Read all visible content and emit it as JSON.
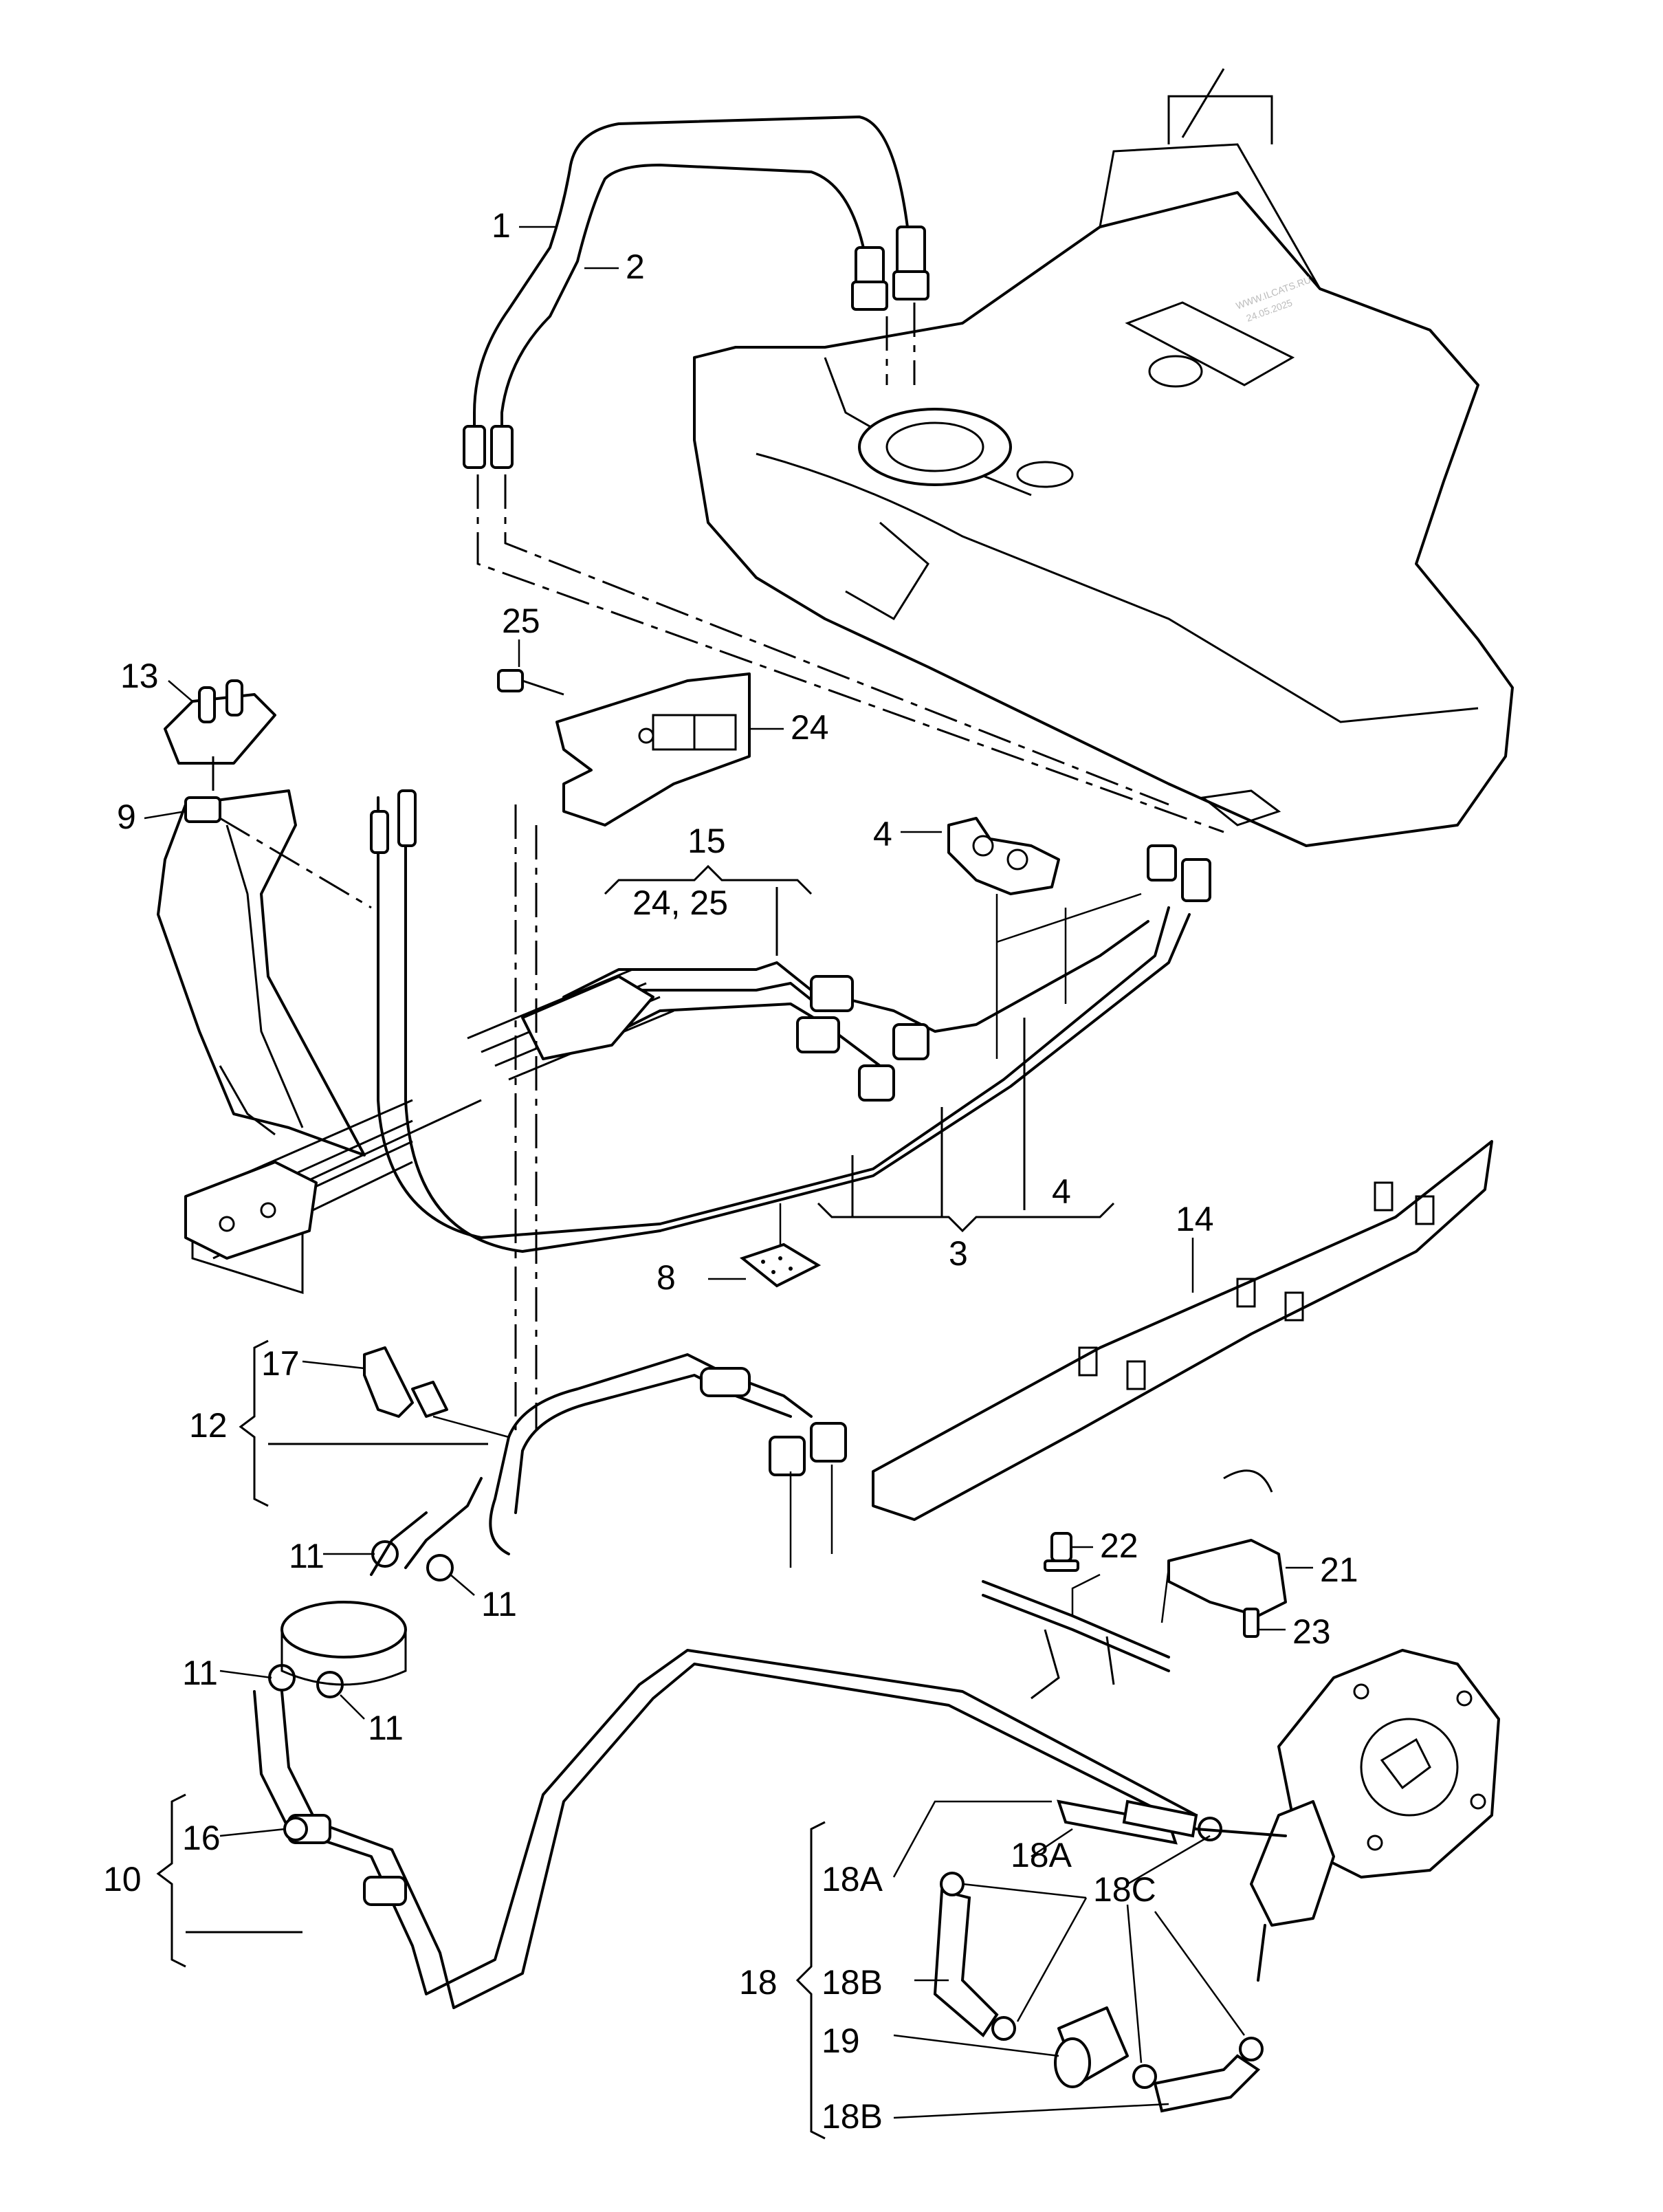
{
  "watermark": {
    "line1": "WWW.ILCATS.RU",
    "line2": "24.05.2025"
  },
  "callouts": {
    "c1": "1",
    "c2": "2",
    "c3": "3",
    "c4a": "4",
    "c4b": "4",
    "c8": "8",
    "c9": "9",
    "c10": "10",
    "c11a": "11",
    "c11b": "11",
    "c11c": "11",
    "c11d": "11",
    "c12": "12",
    "c13": "13",
    "c14": "14",
    "c15": "15",
    "c15sub": "24, 25",
    "c16": "16",
    "c17": "17",
    "c18": "18",
    "c18A_a": "18A",
    "c18A_b": "18A",
    "c18B_a": "18B",
    "c18B_b": "18B",
    "c18C": "18C",
    "c19": "19",
    "c21": "21",
    "c22": "22",
    "c23": "23",
    "c24": "24",
    "c25": "25"
  }
}
